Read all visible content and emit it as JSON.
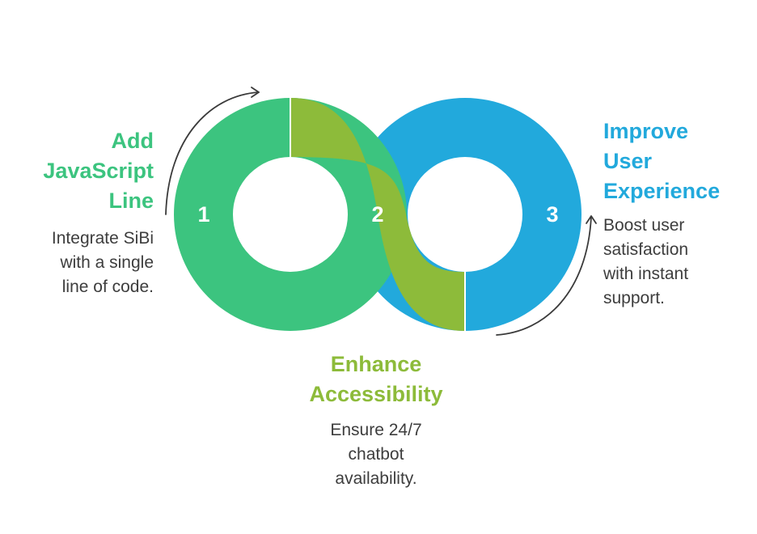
{
  "steps": [
    {
      "number": "1",
      "title_lines": [
        "Add",
        "JavaScript",
        "Line"
      ],
      "desc_lines": [
        "Integrate SiBi",
        "with a single",
        "line of code."
      ],
      "color": "#3cc47f"
    },
    {
      "number": "2",
      "title_lines": [
        "Enhance",
        "Accessibility"
      ],
      "desc_lines": [
        "Ensure 24/7",
        "chatbot",
        "availability."
      ],
      "color": "#8dbb3a"
    },
    {
      "number": "3",
      "title_lines": [
        "Improve",
        "User",
        "Experience"
      ],
      "desc_lines": [
        "Boost user",
        "satisfaction",
        "with instant",
        "support."
      ],
      "color": "#22a9dc"
    }
  ],
  "arrow_color": "#3a3a3a"
}
